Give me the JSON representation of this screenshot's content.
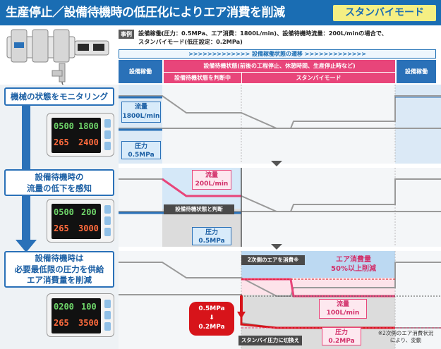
{
  "header": {
    "title": "生産停止／設備待機時の低圧化によりエア消費を削減",
    "mode_badge": "スタンバイモード"
  },
  "example": {
    "tag": "事例",
    "line1": "設備稼働(圧力：0.5MPa、エア消費：1800L/min)、設備待機時流量：200L/minの場合で、",
    "line2": "スタンバイモード(低圧設定：0.2MPa)"
  },
  "transition_bar": ">>>>>>>>>>>>>  設備稼働状態の遷移  >>>>>>>>>>>>>",
  "table_header": {
    "col_operation_left": "設備稼働",
    "col_standby_group": "設備待機状態(前後の工程停止、休憩時間、生産停止時など)",
    "col_judging": "設備待機状態を判断中",
    "col_standby_mode": "スタンバイモード",
    "col_operation_right": "設備稼働"
  },
  "steps": [
    {
      "label": "機械の状態をモニタリング"
    },
    {
      "line1": "設備待機時の",
      "line2": "流量の低下を感知"
    },
    {
      "line1": "設備待機時は",
      "line2": "必要最低限の圧力を供給",
      "line3": "エア消費量を削減"
    }
  ],
  "devices": [
    {
      "top_left": "0500",
      "top_right": "1800",
      "bottom_left": "265",
      "bottom_right": "2400"
    },
    {
      "top_left": "0500",
      "top_right": "200",
      "bottom_left": "265",
      "bottom_right": "3000"
    },
    {
      "top_left": "0200",
      "top_right": "100",
      "bottom_left": "265",
      "bottom_right": "3500"
    }
  ],
  "row1": {
    "flow_label": "流量",
    "flow_value": "1800L/min",
    "pressure_label": "圧力",
    "pressure_value": "0.5MPa"
  },
  "row2": {
    "flow_label": "流量",
    "flow_value": "200L/min",
    "judge_label": "設備待機状態と判断",
    "pressure_label": "圧力",
    "pressure_value": "0.5MPa"
  },
  "row3": {
    "secondary_label": "2次側のエアを消費※",
    "reduction_label": "エア消費量",
    "reduction_value": "50%以上削減",
    "flow_label": "流量",
    "flow_value": "100L/min",
    "pressure_change_from": "0.5MPa",
    "pressure_change_to": "0.2MPa",
    "switch_label": "スタンバイ圧力に切換え",
    "pressure_label": "圧力",
    "pressure_value": "0.2MPa",
    "note_line1": "※2次側のエア消費状況",
    "note_line2": "により、変動"
  },
  "colors": {
    "brand_blue": "#1a6db3",
    "accent_pink": "#e8457a",
    "badge_yellow": "#f5ef83",
    "alert_red": "#d7141a"
  }
}
